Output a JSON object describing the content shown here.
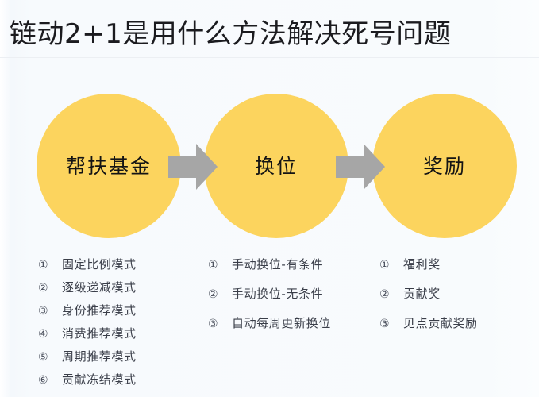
{
  "slide": {
    "title": "链动2+1是用什么方法解决死号问题",
    "background_color": "#f7fafd",
    "accent_color": "#fcd45e",
    "arrow_color": "#a6a6a6",
    "title_color": "#1b1b1f"
  },
  "flow": {
    "nodes": [
      {
        "label": "帮扶基金"
      },
      {
        "label": "换位"
      },
      {
        "label": "奖励"
      }
    ],
    "connectors": [
      {
        "icon": "right-arrow-icon"
      },
      {
        "icon": "right-arrow-icon"
      }
    ]
  },
  "columns": [
    {
      "items": [
        {
          "num": "①",
          "text": "固定比例模式"
        },
        {
          "num": "②",
          "text": "逐级递减模式"
        },
        {
          "num": "③",
          "text": "身份推荐模式"
        },
        {
          "num": "④",
          "text": "消费推荐模式"
        },
        {
          "num": "⑤",
          "text": "周期推荐模式"
        },
        {
          "num": "⑥",
          "text": "贡献冻结模式"
        }
      ]
    },
    {
      "items": [
        {
          "num": "①",
          "text": "手动换位-有条件"
        },
        {
          "num": "②",
          "text": "手动换位-无条件"
        },
        {
          "num": "③",
          "text": "自动每周更新换位"
        }
      ]
    },
    {
      "items": [
        {
          "num": "①",
          "text": "福利奖"
        },
        {
          "num": "②",
          "text": "贡献奖"
        },
        {
          "num": "③",
          "text": "见点贡献奖励"
        }
      ]
    }
  ]
}
